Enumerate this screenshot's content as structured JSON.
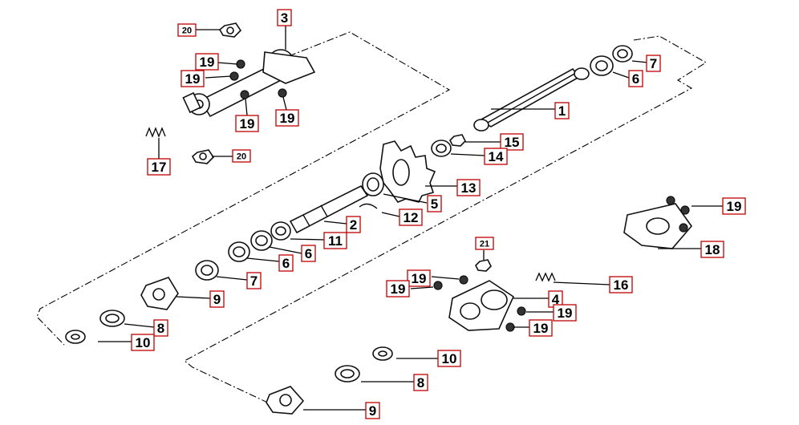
{
  "diagram": {
    "callouts": [
      {
        "id": "c20a",
        "text": "20",
        "small": true
      },
      {
        "id": "c3",
        "text": "3"
      },
      {
        "id": "c19a",
        "text": "19"
      },
      {
        "id": "c19b",
        "text": "19"
      },
      {
        "id": "c19c",
        "text": "19"
      },
      {
        "id": "c19d",
        "text": "19"
      },
      {
        "id": "c17",
        "text": "17"
      },
      {
        "id": "c20b",
        "text": "20",
        "small": true
      },
      {
        "id": "c7a",
        "text": "7"
      },
      {
        "id": "c6a",
        "text": "6"
      },
      {
        "id": "c1",
        "text": "1"
      },
      {
        "id": "c15",
        "text": "15"
      },
      {
        "id": "c14",
        "text": "14"
      },
      {
        "id": "c13",
        "text": "13"
      },
      {
        "id": "c5",
        "text": "5"
      },
      {
        "id": "c12",
        "text": "12"
      },
      {
        "id": "c2",
        "text": "2"
      },
      {
        "id": "c11",
        "text": "11"
      },
      {
        "id": "c6b",
        "text": "6"
      },
      {
        "id": "c6c",
        "text": "6"
      },
      {
        "id": "c7b",
        "text": "7"
      },
      {
        "id": "c9a",
        "text": "9"
      },
      {
        "id": "c8a",
        "text": "8"
      },
      {
        "id": "c10a",
        "text": "10"
      },
      {
        "id": "c19e",
        "text": "19"
      },
      {
        "id": "c18",
        "text": "18"
      },
      {
        "id": "c16",
        "text": "16"
      },
      {
        "id": "c21",
        "text": "21",
        "small": true
      },
      {
        "id": "c19f",
        "text": "19"
      },
      {
        "id": "c19g",
        "text": "19"
      },
      {
        "id": "c4",
        "text": "4"
      },
      {
        "id": "c19h",
        "text": "19"
      },
      {
        "id": "c19i",
        "text": "19"
      },
      {
        "id": "c10b",
        "text": "10"
      },
      {
        "id": "c8b",
        "text": "8"
      },
      {
        "id": "c9b",
        "text": "9"
      }
    ]
  }
}
